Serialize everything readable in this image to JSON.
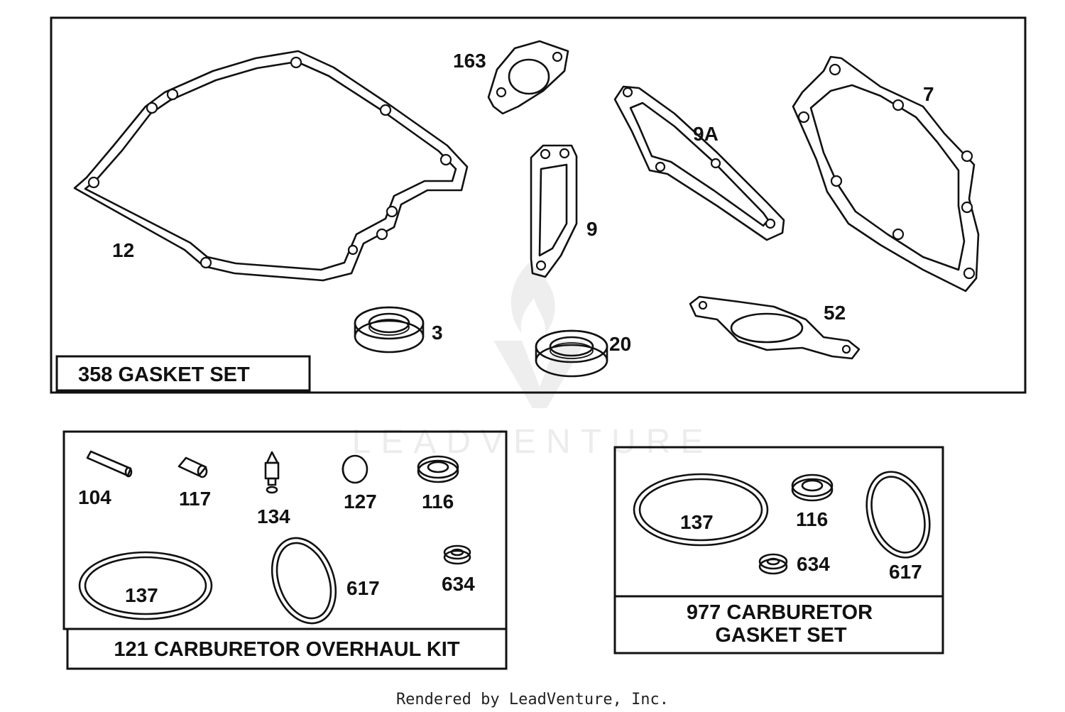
{
  "kits": [
    {
      "title_lines": [
        "358 GASKET SET"
      ],
      "parts": [
        "12",
        "163",
        "9A",
        "7",
        "9",
        "3",
        "20",
        "52"
      ]
    },
    {
      "title_lines": [
        "121 CARBURETOR OVERHAUL KIT"
      ],
      "parts": [
        "104",
        "117",
        "134",
        "127",
        "116",
        "137",
        "617",
        "634"
      ]
    },
    {
      "title_lines": [
        "977 CARBURETOR",
        "GASKET SET"
      ],
      "parts": [
        "137",
        "116",
        "634",
        "617"
      ]
    }
  ],
  "watermark": {
    "logo": "leadventure-flame-logo",
    "text": "LEADVENTURE"
  },
  "footer": {
    "credit": "Rendered by LeadVenture, Inc."
  },
  "colors": {
    "line": "#111111",
    "background": "#ffffff",
    "watermark": "#ececec"
  }
}
